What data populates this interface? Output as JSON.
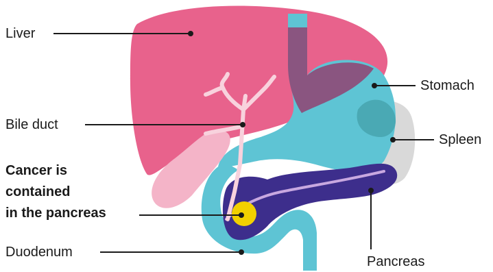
{
  "labels": {
    "liver": "Liver",
    "bile_duct": "Bile duct",
    "cancer_line1": "Cancer is",
    "cancer_line2": "contained",
    "cancer_line3": "in the pancreas",
    "duodenum": "Duodenum",
    "stomach": "Stomach",
    "spleen": "Spleen",
    "pancreas": "Pancreas"
  },
  "colors": {
    "liver": "#e8628c",
    "gallbladder": "#f4b4c8",
    "bile_duct": "#f8d2dd",
    "stomach": "#5ec4d4",
    "stomach_liver_overlap": "#8a5580",
    "esophagus": "#5ec4d4",
    "spleen": "#d9d9d9",
    "spleen_overlap": "#4aa9b4",
    "pancreas": "#3d2e8c",
    "pancreas_texture": "#5a4aa8",
    "pancreatic_duct": "#c8a8e0",
    "tumor": "#f2d000",
    "leader_line": "#1a1a1a"
  }
}
